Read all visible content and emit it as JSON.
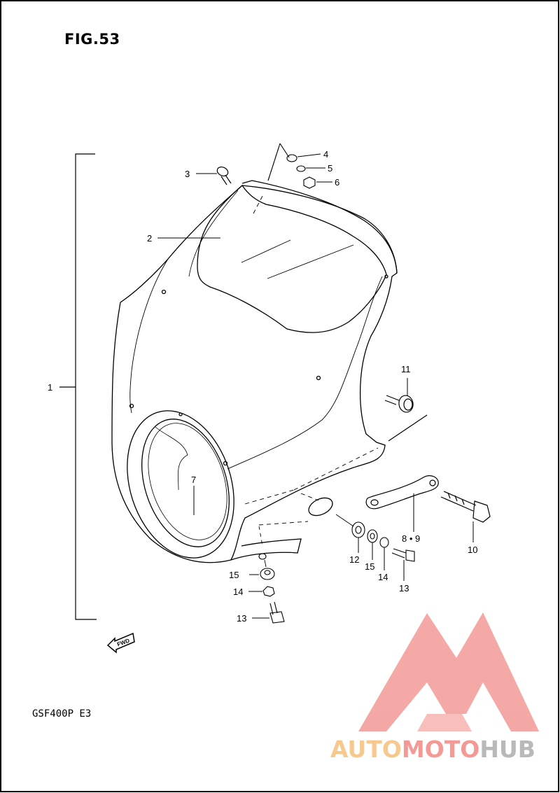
{
  "figure": {
    "title": "FIG.53",
    "model": "GSF400P E3",
    "fwd_label": "FWD"
  },
  "callouts": [
    "1",
    "2",
    "3",
    "4",
    "5",
    "6",
    "7",
    "8 • 9",
    "10",
    "11",
    "12",
    "13",
    "14",
    "15",
    "15",
    "14",
    "13"
  ],
  "watermark": {
    "part1": "AUTO",
    "part2": "MOTO",
    "part3": "HUB",
    "colors": {
      "auto": "#f7c98e",
      "moto": "#f39a97",
      "hub": "#b9b9b9",
      "logo": "#f39a97"
    }
  },
  "colors": {
    "line": "#000000",
    "background": "#ffffff"
  }
}
